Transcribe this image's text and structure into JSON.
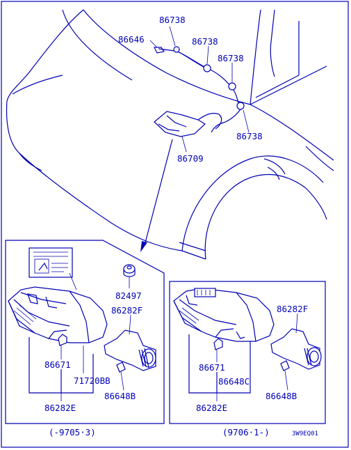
{
  "colors": {
    "ink": "#0000b4",
    "paper": "#ffffff"
  },
  "labels": {
    "top": {
      "p86646": "86646",
      "p86738_a": "86738",
      "p86738_b": "86738",
      "p86738_c": "86738",
      "p86738_d": "86738",
      "p86709": "86709"
    },
    "left_box": {
      "p82497": "82497",
      "p86282F": "86282F",
      "p86671": "86671",
      "p71720BB": "71720BB",
      "p86648B": "86648B",
      "p86282E": "86282E",
      "date_range": "(-9705·3)"
    },
    "right_box": {
      "p86282F": "86282F",
      "p86671": "86671",
      "p86648C": "86648C",
      "p86648B": "86648B",
      "p86282E": "86282E",
      "date_range": "(9706·1-)"
    },
    "diagram_code": "3W9EQ01"
  }
}
